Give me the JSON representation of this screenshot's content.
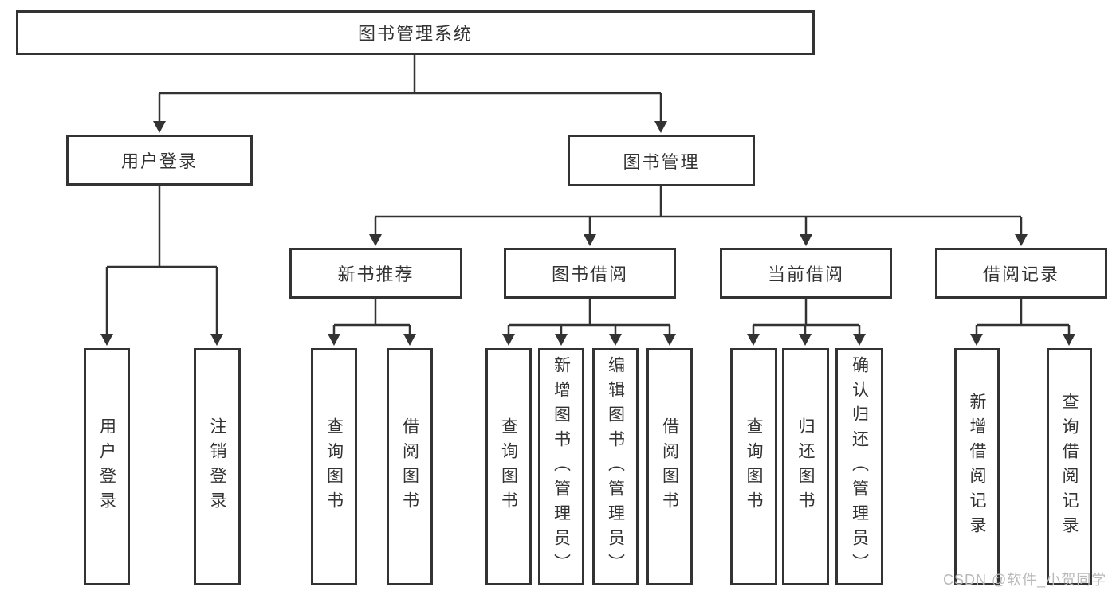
{
  "diagram": {
    "title": "图书管理系统",
    "branches": [
      {
        "label": "用户登录",
        "children": [
          {
            "label": "用户登录"
          },
          {
            "label": "注销登录"
          }
        ]
      },
      {
        "label": "图书管理",
        "children": [
          {
            "label": "新书推荐",
            "children": [
              {
                "label": "查询图书"
              },
              {
                "label": "借阅图书"
              }
            ]
          },
          {
            "label": "图书借阅",
            "children": [
              {
                "label": "查询图书"
              },
              {
                "label": "新增图书（管理员）"
              },
              {
                "label": "编辑图书（管理员）"
              },
              {
                "label": "借阅图书"
              }
            ]
          },
          {
            "label": "当前借阅",
            "children": [
              {
                "label": "查询图书"
              },
              {
                "label": "归还图书"
              },
              {
                "label": "确认归还（管理员）"
              }
            ]
          },
          {
            "label": "借阅记录",
            "children": [
              {
                "label": "新增借阅记录"
              },
              {
                "label": "查询借阅记录"
              }
            ]
          }
        ]
      }
    ]
  },
  "watermark": "CSDN @软件_小贺同学",
  "colors": {
    "line": "#333333",
    "text": "#333333",
    "watermark": "#b9b9b9",
    "background": "#ffffff"
  }
}
